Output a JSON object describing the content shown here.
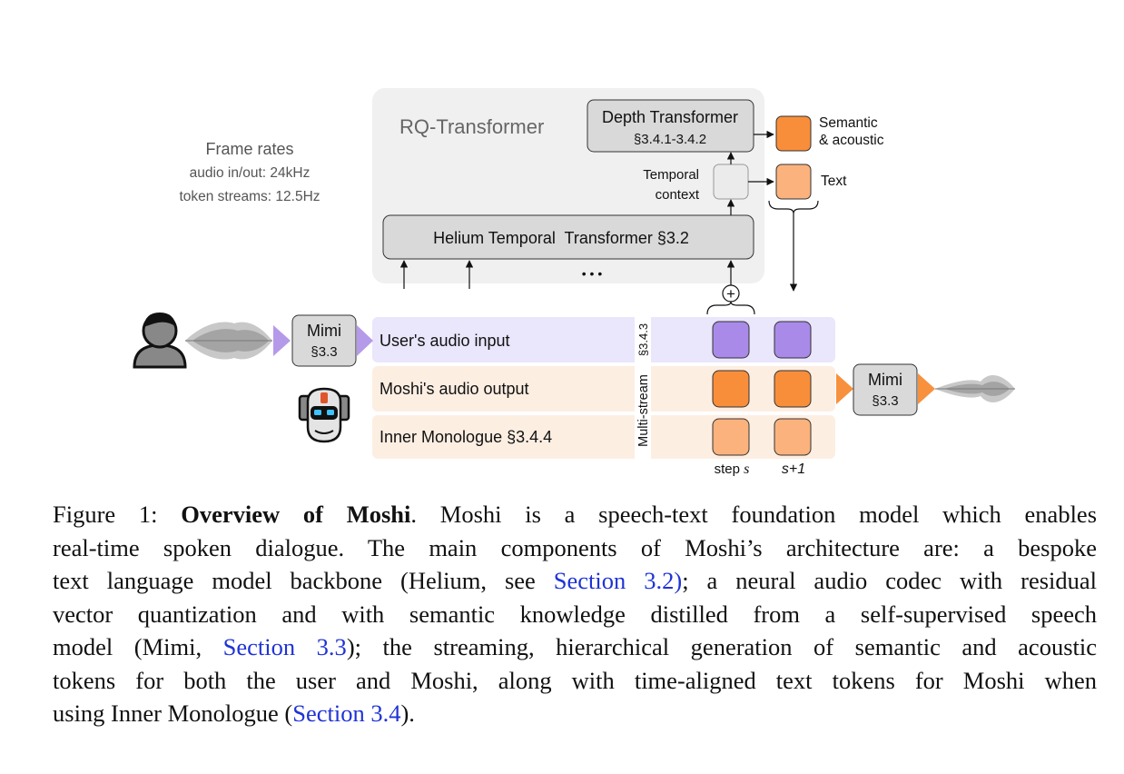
{
  "figure": {
    "rq_transformer_label": "RQ-Transformer",
    "frame_rates": {
      "title": "Frame rates",
      "audio": "audio in/out: 24kHz",
      "tokens": "token streams: 12.5Hz"
    },
    "depth_transformer": {
      "line1": "Depth Transformer",
      "line2": "§3.4.1-3.4.2"
    },
    "temporal_context": {
      "line1": "Temporal",
      "line2": "context"
    },
    "helium": "Helium Temporal  Transformer §3.2",
    "dots": "• • •",
    "plus": "+",
    "outputs": {
      "semantic_line1": "Semantic",
      "semantic_line2": "& acoustic",
      "text": "Text"
    },
    "mimi_left": {
      "line1": "Mimi",
      "line2": "§3.3"
    },
    "mimi_right": {
      "line1": "Mimi",
      "line2": "§3.3"
    },
    "streams": {
      "user": "User's audio input",
      "moshi": "Moshi's audio output",
      "inner": "Inner Monologue §3.4.4"
    },
    "multistream": {
      "label": "Multi-stream",
      "section": "§3.4.3"
    },
    "steps": {
      "step_prefix": "step ",
      "step_var": "s",
      "next": "s+1"
    },
    "colors": {
      "panel": "#f0f0f0",
      "block": "#d9d9d9",
      "user_stream": "#eae6fb",
      "moshi_stream": "#fdeee2",
      "purple_token": "#a98ae8",
      "orange_token": "#f98e3a",
      "light_orange_token": "#fbb27c",
      "arrow_purple": "#b59ae9",
      "arrow_orange": "#f7913d"
    }
  },
  "caption": {
    "l1a": "Figure 1: ",
    "l1b": "Overview of Moshi",
    "l1c": ". Moshi is a speech-text foundation model which enables",
    "l2": "real-time spoken dialogue. The main components of Moshi’s architecture are: a bespoke",
    "l3a": "text language model backbone (Helium, see ",
    "l3ref": "Section 3.2)",
    "l3b": "; a neural audio codec with residual",
    "l4": "vector quantization and with semantic knowledge distilled from a self-supervised speech",
    "l5a": "model (Mimi, ",
    "l5ref": "Section 3.3",
    "l5b": "); the streaming, hierarchical generation of semantic and acoustic",
    "l6": "tokens for both the user and Moshi, along with time-aligned text tokens for Moshi when",
    "l7a": "using Inner Monologue (",
    "l7ref": "Section 3.4",
    "l7b": ")."
  }
}
